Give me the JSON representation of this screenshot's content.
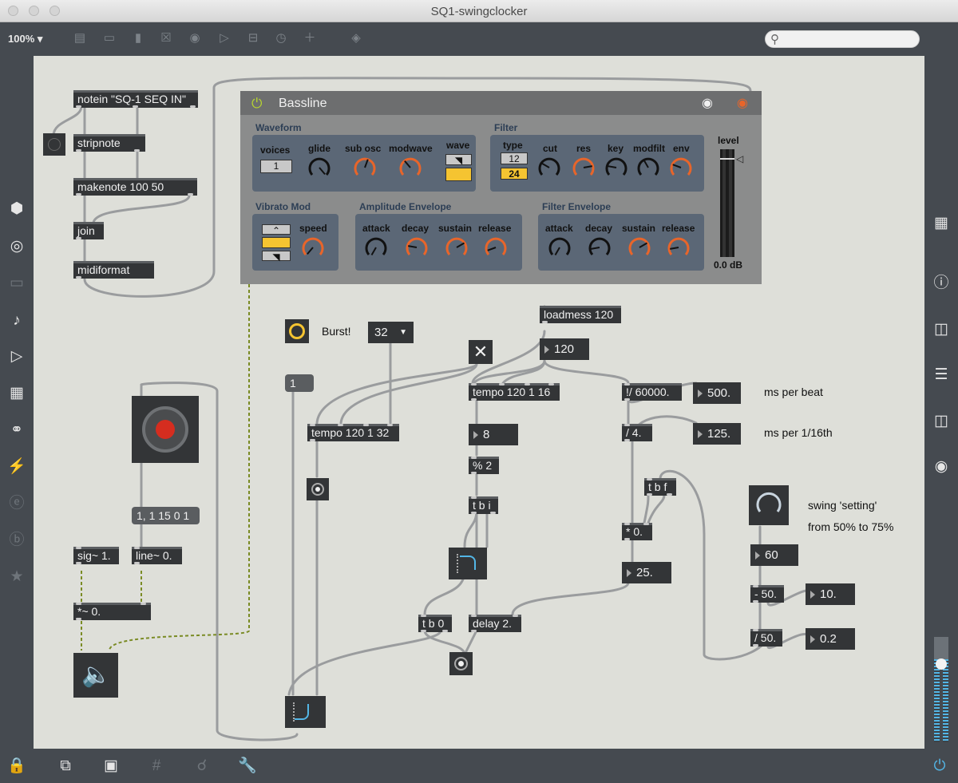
{
  "window": {
    "title": "SQ1-swingclocker"
  },
  "toolbar": {
    "zoom": "100% ▾"
  },
  "device": {
    "title": "Bassline",
    "waveform": {
      "label": "Waveform",
      "voices_label": "voices",
      "voices_value": "1",
      "glide": "glide",
      "sub_osc": "sub osc",
      "modwave": "modwave",
      "wave": "wave"
    },
    "filter": {
      "label": "Filter",
      "type": "type",
      "type_a": "12",
      "type_b": "24",
      "cut": "cut",
      "res": "res",
      "key": "key",
      "modfilt": "modfilt",
      "env": "env"
    },
    "level": {
      "label": "level",
      "value": "0.0 dB"
    },
    "vibrato": {
      "label": "Vibrato Mod",
      "speed": "speed"
    },
    "amp_env": {
      "label": "Amplitude Envelope",
      "attack": "attack",
      "decay": "decay",
      "sustain": "sustain",
      "release": "release"
    },
    "filt_env": {
      "label": "Filter Envelope",
      "attack": "attack",
      "decay": "decay",
      "sustain": "sustain",
      "release": "release"
    }
  },
  "objects": {
    "notein": "notein \"SQ-1 SEQ IN\"",
    "stripnote": "stripnote",
    "makenote": "makenote 100 50",
    "join": "join",
    "midiformat": "midiformat",
    "loadmess": "loadmess 120",
    "tempo_a": "tempo 120 1 16",
    "tempo_b": "tempo 120 1 32",
    "div60000": "!/ 60000.",
    "div4": "/ 4.",
    "mod2": "% 2",
    "tbi": "t b i",
    "tbf": "t b f",
    "mul0": "* 0.",
    "tb0": "t b 0",
    "delay": "delay 2.",
    "minus50": "- 50.",
    "div50": "/ 50.",
    "sig": "sig~ 1.",
    "line": "line~ 0.",
    "mulsig": "*~ 0."
  },
  "messages": {
    "one": "1",
    "line_msg": "1, 1 15 0 1"
  },
  "numbers": {
    "n120": "120",
    "n500": "500.",
    "n125": "125.",
    "n8": "8",
    "n25": "25.",
    "n60": "60",
    "n10": "10.",
    "n02": "0.2"
  },
  "umenu": {
    "value": "32"
  },
  "comments": {
    "burst": "Burst!",
    "ms_beat": "ms per beat",
    "ms_16th": "ms per 1/16th",
    "swing1": "swing 'setting'",
    "swing2": "from 50% to 75%"
  },
  "colors": {
    "accent": "#f5c431",
    "knob_orange": "#e8652a",
    "canvas": "#dedfd9",
    "object": "#333537"
  }
}
